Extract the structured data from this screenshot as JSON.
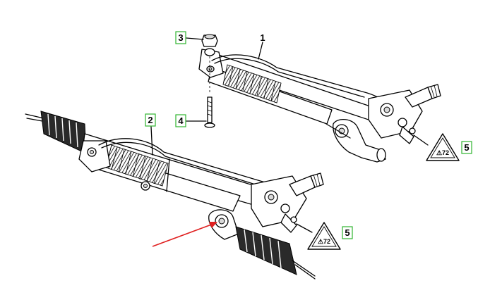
{
  "diagram": {
    "callouts": [
      {
        "label": "3"
      },
      {
        "label": "1"
      },
      {
        "label": "4"
      },
      {
        "label": "2"
      },
      {
        "label": "5"
      },
      {
        "label": "5"
      }
    ],
    "warning_symbols": [
      {
        "text": "⚠72"
      },
      {
        "text": "⚠72"
      }
    ],
    "colors": {
      "callout_border": "#2fb52f",
      "pointer_arrow": "#e02020",
      "line": "#000000"
    },
    "icons": [
      "warning-triangle-icon",
      "red-pointer-arrow"
    ]
  }
}
